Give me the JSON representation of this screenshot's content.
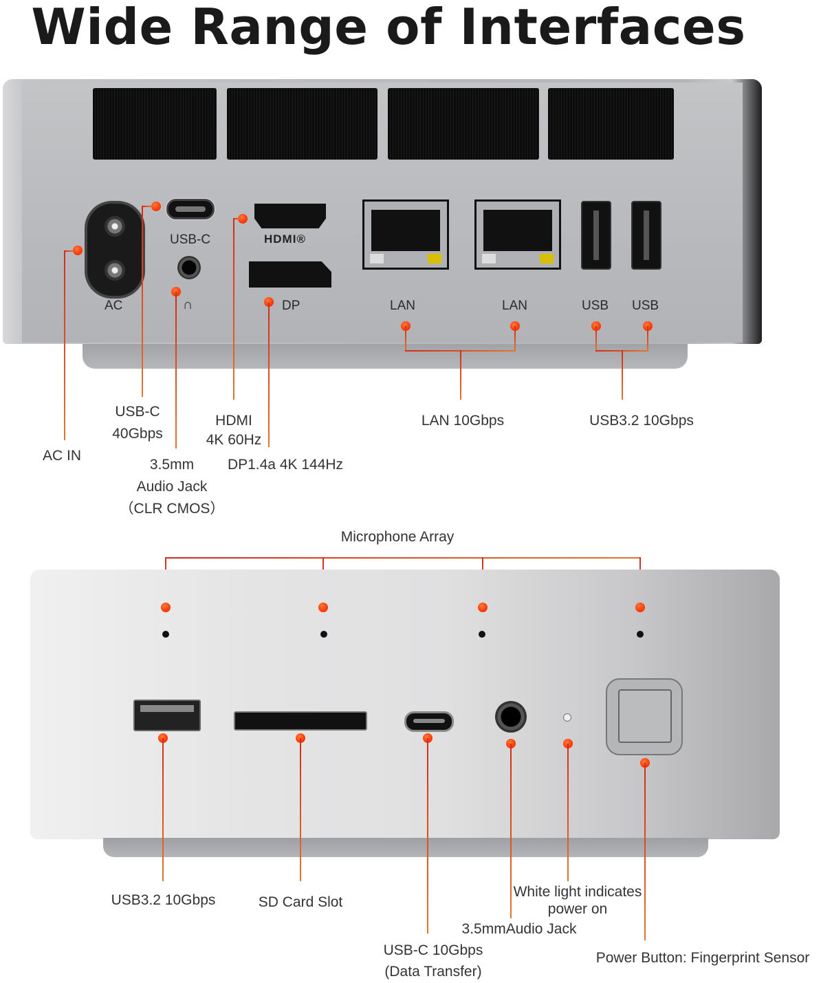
{
  "title": "Wide Range of Interfaces",
  "accent_color": "#ff3a05",
  "rear_panel": {
    "port_labels": {
      "ac": "AC",
      "usbc": "USB-C",
      "headphone_icon": "∩",
      "hdmi_logo": "HDMI®",
      "dp": "DP",
      "lan1": "LAN",
      "lan2": "LAN",
      "usb1": "USB",
      "usb2": "USB"
    },
    "callouts": {
      "ac_in": "AC IN",
      "usbc_line1": "USB-C",
      "usbc_line2": "40Gbps",
      "audio_line1": "3.5mm",
      "audio_line2": "Audio Jack",
      "audio_line3": "（CLR CMOS）",
      "hdmi_line1": "HDMI",
      "hdmi_line2": "4K 60Hz",
      "dp": "DP1.4a 4K 144Hz",
      "lan": "LAN 10Gbps",
      "usb": "USB3.2 10Gbps"
    }
  },
  "front_panel": {
    "callouts": {
      "microphone": "Microphone Array",
      "usb": "USB3.2 10Gbps",
      "sd": "SD Card Slot",
      "usbc_line1": "USB-C 10Gbps",
      "usbc_line2": "(Data Transfer)",
      "audio": "3.5mmAudio Jack",
      "led_line1": "White light indicates",
      "led_line2": "power on",
      "power": "Power Button: Fingerprint Sensor"
    }
  }
}
